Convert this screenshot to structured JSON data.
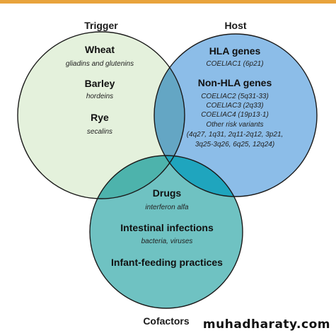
{
  "header": {
    "rule_color": "#e8a33c"
  },
  "colors": {
    "trigger": "#e4f1dc",
    "host": "#8cbde8",
    "cofactors": "#6fc2c2",
    "trigger_host": "#64a6c4",
    "trigger_cofactors": "#4db3ac",
    "host_cofactors": "#1fa5be",
    "outline": "#1a1a1a"
  },
  "sets": {
    "trigger": {
      "title": "Trigger",
      "items": [
        {
          "name": "Wheat",
          "detail": "gliadins and glutenins"
        },
        {
          "name": "Barley",
          "detail": "hordeins"
        },
        {
          "name": "Rye",
          "detail": "secalins"
        }
      ]
    },
    "host": {
      "title": "Host",
      "hla_title": "HLA genes",
      "hla_detail": "COELIAC1 (6p21)",
      "nonhla_title": "Non-HLA genes",
      "nonhla_lines": [
        "COELIAC2 (5q31-33)",
        "COELIAC3 (2q33)",
        "COELIAC4 (19p13·1)",
        "Other risk variants",
        "(4q27, 1q31, 2q11-2q12, 3p21,",
        "3q25-3q26, 6q25, 12q24)"
      ]
    },
    "cofactors": {
      "title": "Cofactors",
      "items": [
        {
          "name": "Drugs",
          "detail": "interferon alfa"
        },
        {
          "name": "Intestinal infections",
          "detail": "bacteria, viruses"
        },
        {
          "name": "Infant-feeding practices",
          "detail": ""
        }
      ]
    }
  },
  "watermark": "muhadharaty.com"
}
